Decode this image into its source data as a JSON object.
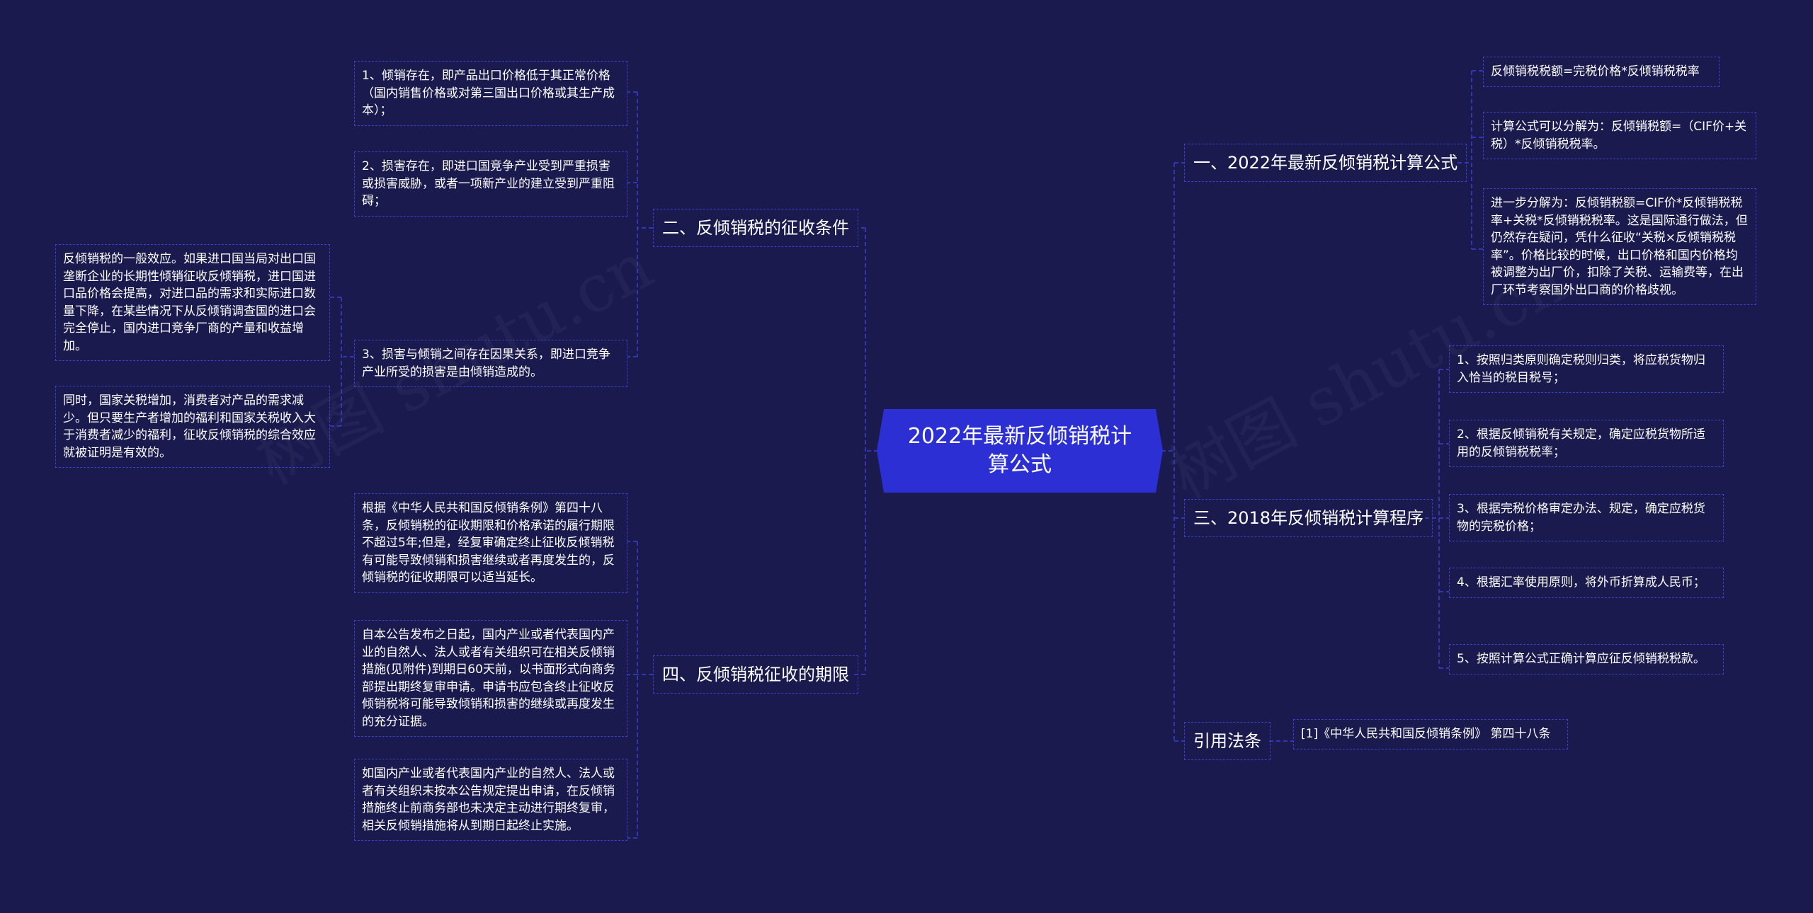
{
  "watermark": "树图 shutu.cn",
  "root": {
    "title": "2022年最新反倾销税计算公式"
  },
  "branches": {
    "b1": {
      "label": "一、2022年最新反倾销税计算公式",
      "items": [
        "反倾销税税额=完税价格*反倾销税税率",
        "计算公式可以分解为：反倾销税额=（CIF价+关税）*反倾销税税率。",
        "进一步分解为：反倾销税额=CIF价*反倾销税税率+关税*反倾销税税率。这是国际通行做法，但仍然存在疑问，凭什么征收“关税×反倾销税税率”。价格比较的时候，出口价格和国内价格均被调整为出厂价，扣除了关税、运输费等，在出厂环节考察国外出口商的价格歧视。"
      ]
    },
    "b2": {
      "label": "二、反倾销税的征收条件",
      "items": [
        "1、倾销存在，即产品出口价格低于其正常价格（国内销售价格或对第三国出口价格或其生产成本）；",
        "2、损害存在，即进口国竞争产业受到严重损害或损害威胁，或者一项新产业的建立受到严重阻碍；",
        "3、损害与倾销之间存在因果关系，即进口竞争产业所受的损害是由倾销造成的。"
      ],
      "sub_items": [
        "反倾销税的一般效应。如果进口国当局对出口国垄断企业的长期性倾销征收反倾销税，进口国进口品价格会提高，对进口品的需求和实际进口数量下降，在某些情况下从反倾销调查国的进口会完全停止，国内进口竞争厂商的产量和收益增加。",
        "同时，国家关税增加，消费者对产品的需求减少。但只要生产者增加的福利和国家关税收入大于消费者减少的福利，征收反倾销税的综合效应就被证明是有效的。"
      ]
    },
    "b3": {
      "label": "三、2018年反倾销税计算程序",
      "items": [
        "1、按照归类原则确定税则归类，将应税货物归入恰当的税目税号；",
        "2、根据反倾销税有关规定，确定应税货物所适用的反倾销税税率；",
        "3、根据完税价格审定办法、规定，确定应税货物的完税价格；",
        "4、根据汇率使用原则，将外币折算成人民币；",
        "5、按照计算公式正确计算应征反倾销税税款。"
      ]
    },
    "b4": {
      "label": "四、反倾销税征收的期限",
      "items": [
        "根据《中华人民共和国反倾销条例》第四十八条，反倾销税的征收期限和价格承诺的履行期限不超过5年;但是，经复审确定终止征收反倾销税有可能导致倾销和损害继续或者再度发生的，反倾销税的征收期限可以适当延长。",
        "自本公告发布之日起，国内产业或者代表国内产业的自然人、法人或者有关组织可在相关反倾销措施(见附件)到期日60天前，以书面形式向商务部提出期终复审申请。申请书应包含终止征收反倾销税将可能导致倾销和损害的继续或再度发生的充分证据。",
        "如国内产业或者代表国内产业的自然人、法人或者有关组织未按本公告规定提出申请，在反倾销措施终止前商务部也未决定主动进行期终复审，相关反倾销措施将从到期日起终止实施。"
      ]
    },
    "b5": {
      "label": "引用法条",
      "items": [
        "[1]《中华人民共和国反倾销条例》 第四十八条"
      ]
    }
  },
  "colors": {
    "background": "#1b1a4f",
    "root_fill": "#2b2fd4",
    "connector": "#3a3fd0",
    "text": "#ffffff"
  }
}
